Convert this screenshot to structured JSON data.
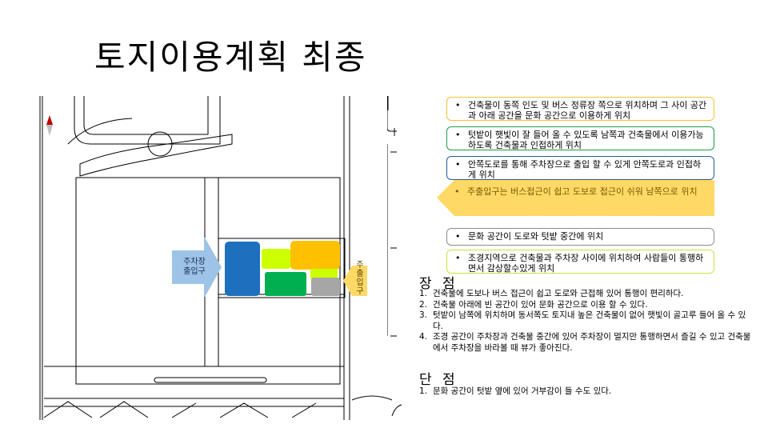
{
  "title": "토지이용계획 최종",
  "map": {
    "parking_arrow_label": "주차장\n출입구",
    "exit_arrow_label": "주\n출\n입\n구",
    "colors": {
      "blue": "#1f6fbf",
      "yellow_green": "#ccff00",
      "orange": "#ffc000",
      "green": "#00b050",
      "gray": "#a6a6a6",
      "arrow_blue": "#9dc3e6",
      "arrow_yellow": "#ffd966"
    }
  },
  "notes": [
    {
      "bullet": "•",
      "text": "건축물이 동쪽 인도 및 버스 정류장 쪽으로 위치하며 그 사이 공간과 아래 공간을 문화 공간으로 이용하게 위치"
    },
    {
      "bullet": "•",
      "text": "텃밭이 햇빛이 잘 들어 올 수 있도록 남쪽과 건축물에서 이용가능 하도록 건축물과 인접하게 위치"
    },
    {
      "bullet": "•",
      "text": "안쪽도로를 통해 주차장으로 출입 할 수 있게 안쪽도로과 인접하게 위치"
    },
    {
      "bullet": "•",
      "text": "주출입구는 버스접근이 쉽고 도보로 접근이 쉬워 남쪽으로 위치"
    },
    {
      "bullet": "•",
      "text": "문화 공간이 도로와 텃밭 중간에 위치"
    },
    {
      "bullet": "•",
      "text": "조경지역으로 건축물과 주차장 사이에 위치하여 사람들이 통행하면서 감상할수있게 위치"
    }
  ],
  "pros": {
    "title": "장 점",
    "items": [
      {
        "num": "1.",
        "text": "건축물에 도보나 버스 접근이 쉽고 도로와 근접해 있어 통행이 편리하다."
      },
      {
        "num": "2.",
        "text": "건축물 아래에 빈 공간이 있어 문화 공간으로 이용 할 수 있다."
      },
      {
        "num": "3.",
        "text": "텃밭이 남쪽에 위치하며 동서쪽도 토지내 높은 건축물이 없어 햇빛이 골고루 들어 올 수 있다."
      },
      {
        "num": "4.",
        "text": "조경 공간이 주차장과 건축물 중간에 있어 주차장이 멀지만 통행하면서 즐길 수 있고 건축물에서 주차장을 바라볼 때 뷰가 좋아진다."
      }
    ]
  },
  "cons": {
    "title": "단 점",
    "items": [
      {
        "num": "1.",
        "text": "문화 공간이 텃밭 옆에 있어 거부감이 들 수도 있다."
      }
    ]
  }
}
